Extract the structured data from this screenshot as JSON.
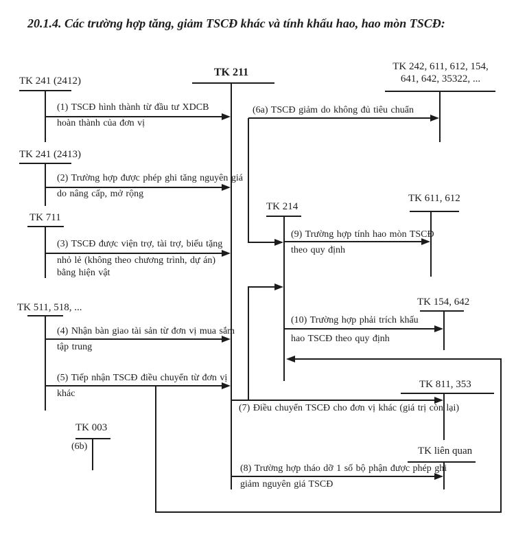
{
  "title": "20.1.4. Các trường hợp tăng, giảm TSCĐ khác và tính khấu hao, hao mòn TSCĐ:",
  "accounts": {
    "tk211": "TK 211",
    "tk241_2412": "TK 241 (2412)",
    "tk241_2413": "TK 241 (2413)",
    "tk711": "TK 711",
    "tk511": "TK 511, 518, ...",
    "tk003": "TK 003",
    "tk242_line1": "TK 242, 611, 612, 154,",
    "tk242_line2": "641, 642, 35322, ...",
    "tk214": "TK 214",
    "tk611": "TK 611, 612",
    "tk154": "TK 154, 642",
    "tk811": "TK 811, 353",
    "tklienquan": "TK liên quan"
  },
  "flows": {
    "f1": {
      "line1": "(1) TSCĐ hình thành từ đầu tư XDCB",
      "line2": "hoàn thành của đơn vị"
    },
    "f2": {
      "line1": "(2) Trường hợp được phép ghi tăng nguyên giá",
      "line2": "do nâng cấp, mở rộng"
    },
    "f3": {
      "line1": "(3) TSCĐ được viện trợ, tài trợ, biếu tặng",
      "line2": "nhỏ lẻ (không theo chương trình, dự án)",
      "line3": "bằng hiện vật"
    },
    "f4": {
      "line1": "(4) Nhận bàn giao tài sản từ đơn vị mua sắm",
      "line2": "tập trung"
    },
    "f5": {
      "line1": "(5) Tiếp nhận TSCĐ điều chuyển từ đơn vị",
      "line2": "khác"
    },
    "f6a": {
      "line1": "(6a) TSCĐ giảm do không đủ tiêu chuẩn"
    },
    "f6b": {
      "line1": "(6b)"
    },
    "f7": {
      "line1": "(7) Điều chuyển TSCĐ cho đơn vị khác (giá trị còn lại)"
    },
    "f8": {
      "line1": "(8) Trường hợp tháo dỡ 1 số bộ phận được phép ghi",
      "line2": "giảm nguyên giá TSCĐ"
    },
    "f9": {
      "line1": "(9) Trường hợp tính hao mòn TSCĐ",
      "line2": "theo quy định"
    },
    "f10": {
      "line1": "(10) Trường hợp phải trích khấu",
      "line2": "hao TSCĐ theo quy định"
    }
  }
}
